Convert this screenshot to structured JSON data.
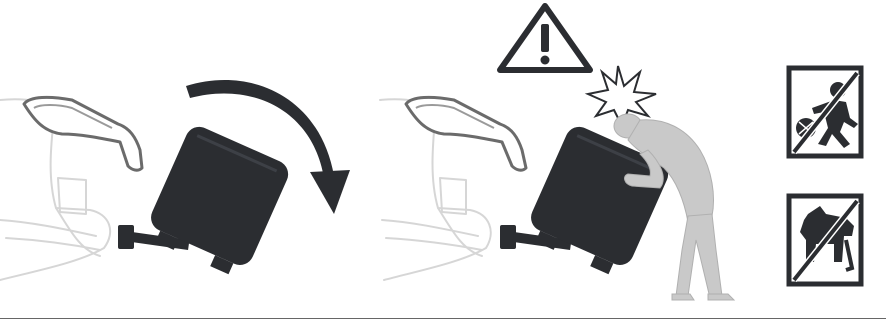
{
  "panels": [
    {
      "id": "tilt-down",
      "depicts": "bike-carrier-tilt-arrow"
    },
    {
      "id": "warning-head-impact",
      "depicts": "person-hit-by-carrier"
    }
  ],
  "signs": [
    {
      "id": "warning",
      "icon": "warning-triangle-icon"
    },
    {
      "id": "no-children",
      "icon": "no-children-icon"
    },
    {
      "id": "no-pets",
      "icon": "no-pets-icon"
    }
  ],
  "colors": {
    "ink": "#2b2d31",
    "car_outline": "#d6d6d6",
    "person": "#c9c9c9",
    "rule": "#666666"
  }
}
